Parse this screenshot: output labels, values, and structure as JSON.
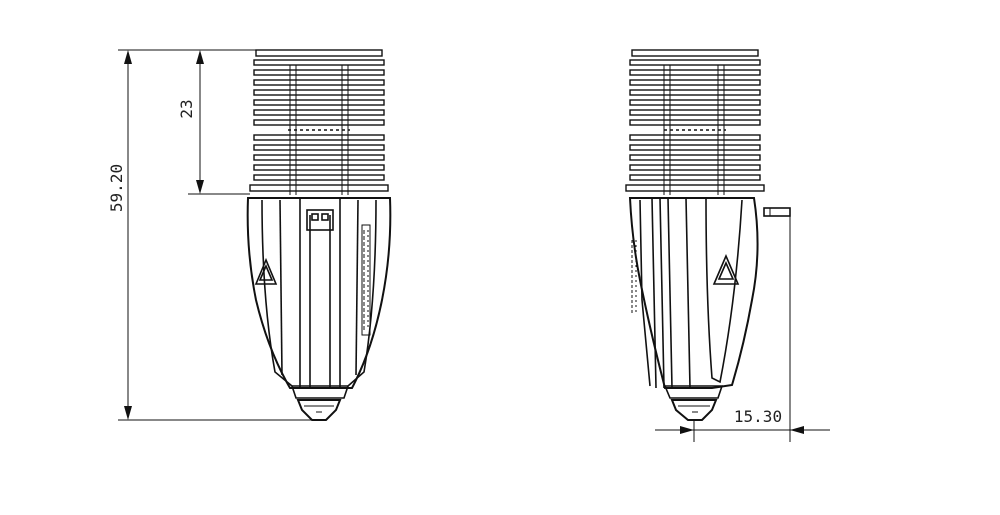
{
  "dimensions": {
    "total_height": "59.20",
    "heatsink_height": "23",
    "nozzle_offset": "15.30"
  },
  "colors": {
    "line": "#111111",
    "background": "#ffffff"
  },
  "views": [
    "front-view",
    "side-view"
  ]
}
